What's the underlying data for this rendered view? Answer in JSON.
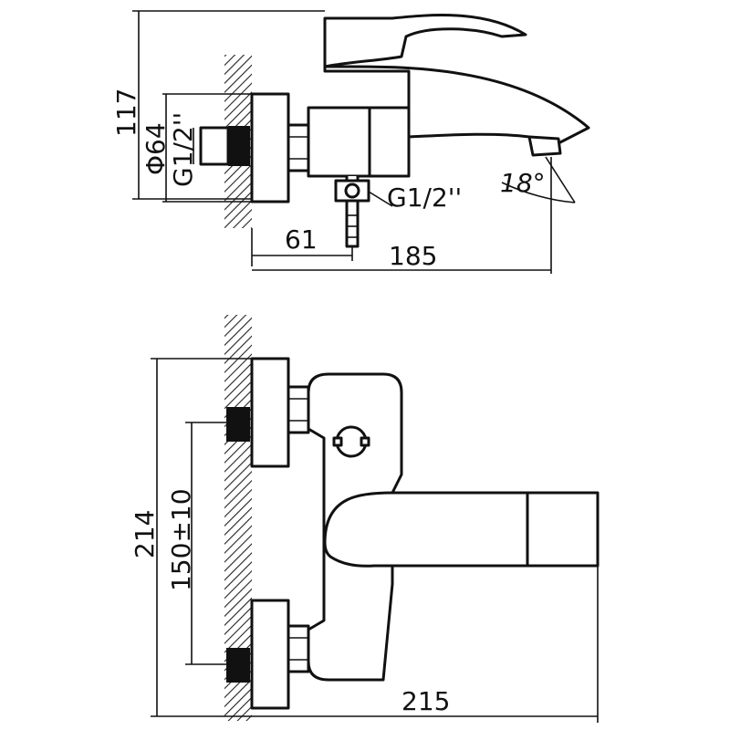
{
  "side_view": {
    "height_label": "117",
    "diameter_label": "Φ64",
    "inlet_thread_label": "G1/2''",
    "outlet_thread_label": "G1/2''",
    "angle_label": "18°",
    "depth_label_small": "61",
    "depth_label_total": "185"
  },
  "front_view": {
    "height_label": "214",
    "centers_label": "150±10",
    "width_label": "215"
  },
  "colors": {
    "line": "#111111",
    "background": "#ffffff"
  }
}
